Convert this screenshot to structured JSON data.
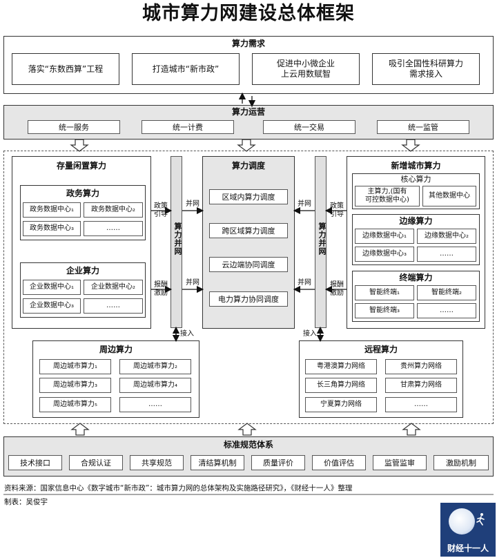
{
  "title": "城市算力网建设总体框架",
  "demand": {
    "title": "算力需求",
    "items": [
      "落实“东数西算”工程",
      "打造城市“新市政”",
      "促进中小微企业\n上云用数赋智",
      "吸引全国性科研算力\n需求接入"
    ]
  },
  "operation": {
    "title": "算力运营",
    "items": [
      "统一服务",
      "统一计费",
      "统一交易",
      "统一监管"
    ]
  },
  "stock": {
    "title": "存量闲置算力",
    "gov": {
      "title": "政务算力",
      "cells": [
        "政务数据中心₁",
        "政务数据中心₂",
        "政务数据中心₃",
        "……"
      ]
    },
    "ent": {
      "title": "企业算力",
      "cells": [
        "企业数据中心₁",
        "企业数据中心₂",
        "企业数据中心₃",
        "……"
      ]
    }
  },
  "left_labels": {
    "policy": "政策\n引导",
    "reward": "报酬\n激励",
    "grid1": "并网",
    "grid2": "并网",
    "bar": "算力并网",
    "access": "接入"
  },
  "right_labels": {
    "policy": "政策\n引导",
    "reward": "报酬\n激励",
    "grid1": "并网",
    "grid2": "并网",
    "bar": "算力并网",
    "access": "接入"
  },
  "dispatch": {
    "title": "算力调度",
    "items": [
      "区域内算力调度",
      "跨区域算力调度",
      "云边端协同调度",
      "电力算力协同调度"
    ]
  },
  "new": {
    "title": "新增城市算力",
    "core": {
      "title": "核心算力",
      "cells": [
        "主算力,(国有\n可控数据中心)",
        "其他数据中心"
      ]
    },
    "edge": {
      "title": "边缘算力",
      "cells": [
        "边缘数据中心₁",
        "边缘数据中心₂",
        "边缘数据中心₃",
        "……"
      ]
    },
    "term": {
      "title": "终端算力",
      "cells": [
        "智能终端₁",
        "智能终端₂",
        "智能终端₃",
        "……"
      ]
    }
  },
  "nearby": {
    "title": "周边算力",
    "cells": [
      "周边城市算力₁",
      "周边城市算力₂",
      "周边城市算力₃",
      "周边城市算力₄",
      "周边城市算力₅",
      "……"
    ]
  },
  "remote": {
    "title": "远程算力",
    "cells": [
      "粤港澳算力网络",
      "贵州算力网络",
      "长三角算力网络",
      "甘肃算力网络",
      "宁夏算力网络",
      "……"
    ]
  },
  "standards": {
    "title": "标准规范体系",
    "items": [
      "技术接口",
      "合规认证",
      "共享规范",
      "清结算机制",
      "质量评价",
      "价值评估",
      "监管监审",
      "激励机制"
    ]
  },
  "footer": {
    "source": "资料来源：国家信息中心《数字城市“新市政”：城市算力网的总体架构及实施路径研究》，《财经十一人》整理",
    "author": "制表：吴俊宇"
  },
  "logo": {
    "text": "财经十一人"
  }
}
